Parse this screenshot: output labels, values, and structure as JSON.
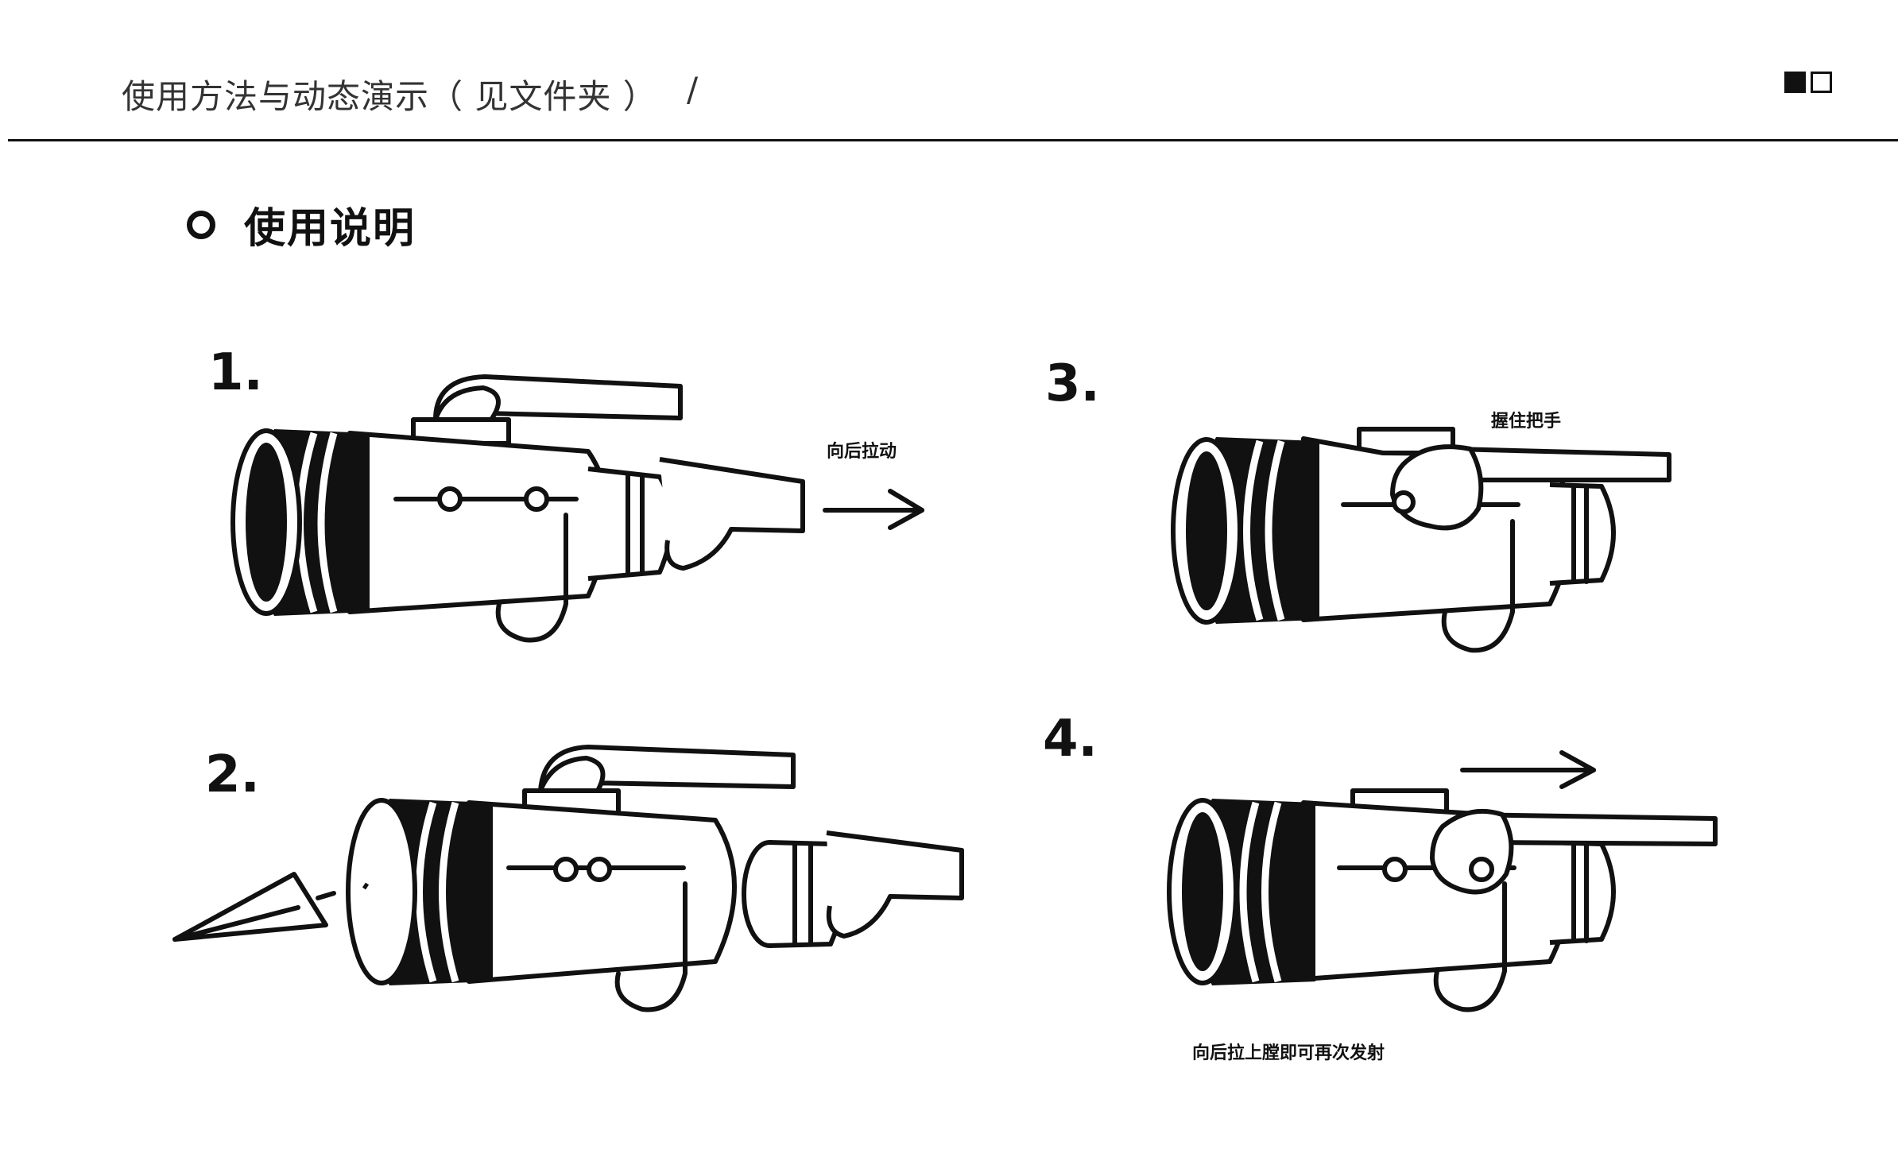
{
  "header": {
    "title": "使用方法与动态演示（ 见文件夹 ）",
    "slash": "/"
  },
  "section": {
    "title": "使用说明"
  },
  "steps": [
    {
      "number": "1.",
      "caption": "向后拉动"
    },
    {
      "number": "2.",
      "caption": ""
    },
    {
      "number": "3.",
      "caption": "握住把手"
    },
    {
      "number": "4.",
      "caption": "向后拉上膛即可再次发射"
    }
  ]
}
